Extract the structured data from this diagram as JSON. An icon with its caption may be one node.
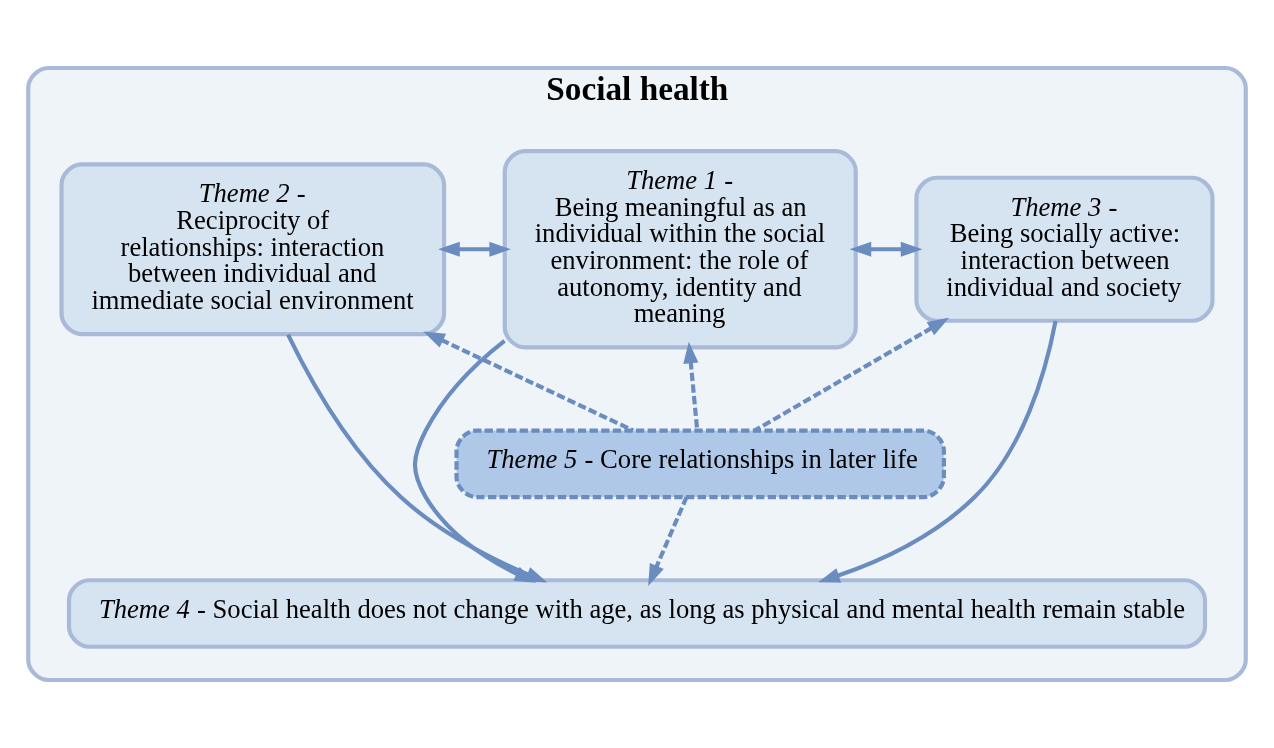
{
  "diagram": {
    "nodes": [
      {
        "text": [
          "Social health"
        ]
      },
      {
        "text": [
          "*Theme 2* -",
          "Reciprocity of relationships: interaction between individual and immediate social environment"
        ],
        "in": 0
      },
      {
        "text": [
          "*Theme 1* -",
          "Being meaningful as an individual within the social environment: the role of autonomy, identity and meaning"
        ],
        "in": 0
      },
      {
        "text": [
          "*Theme 3* -",
          "Being socially active: interaction between individual and society"
        ],
        "in": 0
      },
      {
        "text": [
          "*Theme 5* - Core relationships in later life"
        ],
        "in": 0
      },
      {
        "text": [
          "*Theme 4* - Social health does not change with age, as long as physical and mental health remain stable"
        ],
        "in": 0
      }
    ],
    "edges": [
      {
        "from": 1,
        "to": 2,
        "arrow": "both"
      },
      {
        "from": 2,
        "to": 3,
        "arrow": "both"
      },
      {
        "from": 4,
        "to": 1,
        "arrow": "to",
        "style": "dashed"
      },
      {
        "from": 4,
        "to": 2,
        "arrow": "to",
        "style": "dashed"
      },
      {
        "from": 4,
        "to": 3,
        "arrow": "to",
        "style": "dashed"
      },
      {
        "from": 1,
        "to": 5,
        "arrow": "to"
      },
      {
        "from": 2,
        "to": 5,
        "arrow": "to"
      },
      {
        "from": 4,
        "to": 5,
        "arrow": "to",
        "style": "dashed"
      },
      {
        "from": 3,
        "to": 5,
        "arrow": "to"
      }
    ]
  }
}
